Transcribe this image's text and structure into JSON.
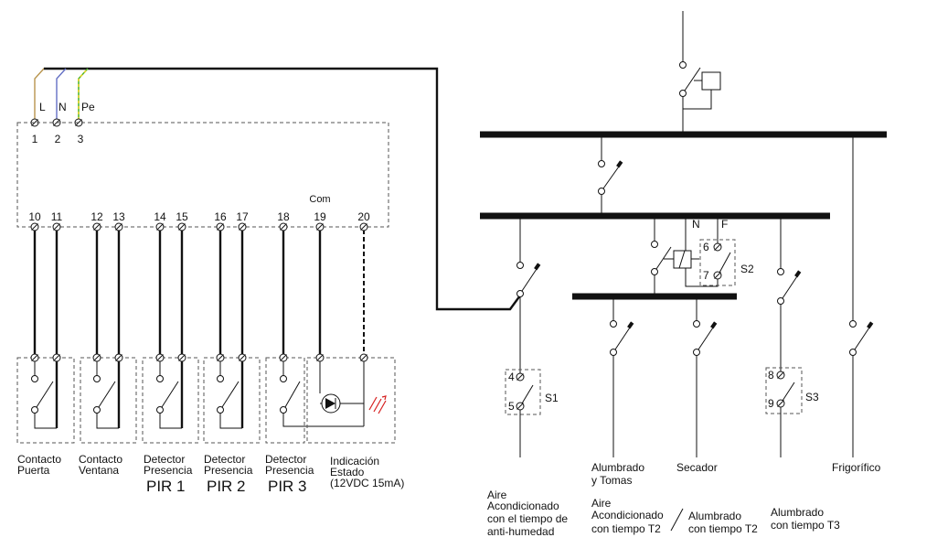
{
  "supply": {
    "L": "L",
    "N": "N",
    "Pe": "Pe",
    "t1": "1",
    "t2": "2",
    "t3": "3"
  },
  "module": {
    "com": "Com",
    "terminals": [
      "10",
      "11",
      "12",
      "13",
      "14",
      "15",
      "16",
      "17",
      "18",
      "19",
      "20"
    ]
  },
  "inputs": {
    "door_1": "Contacto",
    "door_2": "Puerta",
    "window_1": "Contacto",
    "window_2": "Ventana",
    "pir1_1": "Detector",
    "pir1_2": "Presencia",
    "pir1_3": "PIR 1",
    "pir2_1": "Detector",
    "pir2_2": "Presencia",
    "pir2_3": "PIR 2",
    "pir3_1": "Detector",
    "pir3_2": "Presencia",
    "pir3_3": "PIR 3",
    "ind_1": "Indicación",
    "ind_2": "Estado",
    "ind_3": "(12VDC 15mA)"
  },
  "panel": {
    "N": "N",
    "F": "F",
    "s1_a": "4",
    "s1_b": "5",
    "s1": "S1",
    "s2_a": "6",
    "s2_b": "7",
    "s2": "S2",
    "s3_a": "8",
    "s3_b": "9",
    "s3": "S3"
  },
  "loads": {
    "ac1_1": "Aire",
    "ac1_2": "Acondicionado",
    "ac1_3": "con el tiempo de",
    "ac1_4": "anti-humedad",
    "light_1": "Alumbrado",
    "light_2": "y Tomas",
    "ac2_1": "Aire",
    "ac2_2": "Acondicionado",
    "ac2_3": "con tiempo T2",
    "dryer": "Secador",
    "light2_1": "Alumbrado",
    "light2_2": "con tiempo T2",
    "light3_1": "Alumbrado",
    "light3_2": "con tiempo T3",
    "fridge": "Frigorífico"
  },
  "colors": {
    "L": "#b8954e",
    "N": "#6470c4",
    "Pe_green": "#55b832",
    "Pe_yellow": "#e6d22a",
    "led": "#d62020"
  }
}
